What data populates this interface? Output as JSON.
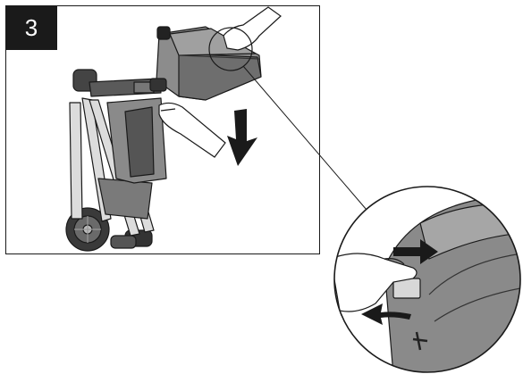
{
  "step": {
    "number": "3"
  },
  "figure": {
    "subject": "folding-stroller",
    "detail": "seat-release-button"
  }
}
